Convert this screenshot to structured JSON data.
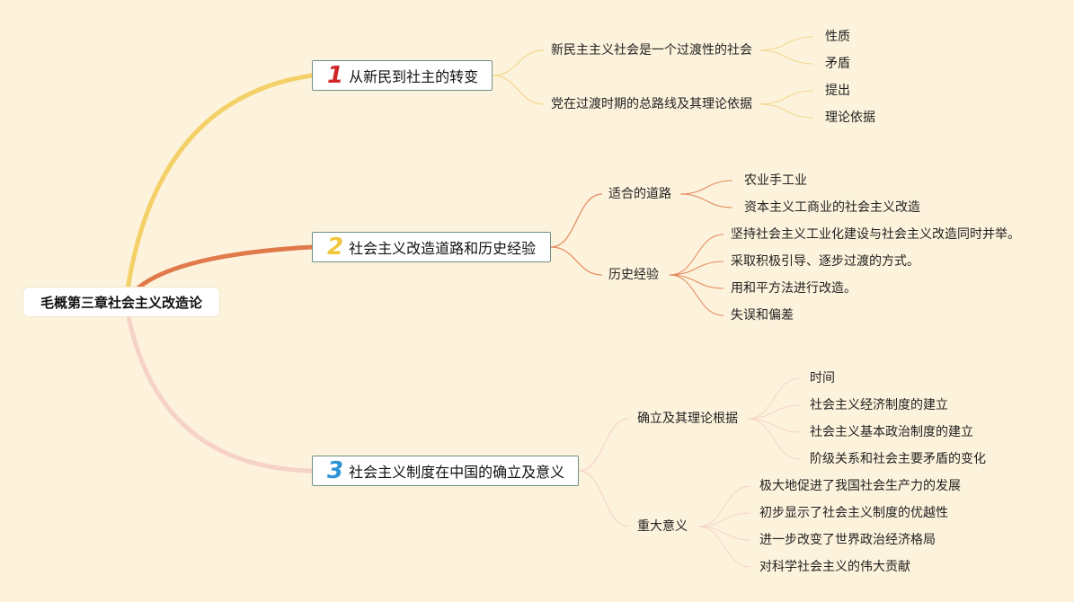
{
  "root": {
    "label": "毛概第三章社会主义改造论"
  },
  "branches": [
    {
      "number": "1",
      "number_color": "#d0262a",
      "line_color": "#f4d068",
      "label": "从新民到社主的转变",
      "children": [
        {
          "label": "新民主主义社会是一个过渡性的社会",
          "children": [
            "性质",
            "矛盾"
          ]
        },
        {
          "label": "党在过渡时期的总路线及其理论依据",
          "children": [
            "提出",
            "理论依据"
          ]
        }
      ]
    },
    {
      "number": "2",
      "number_color": "#f0c63a",
      "line_color": "#e07a4a",
      "label": "社会主义改造道路和历史经验",
      "children": [
        {
          "label": "适合的道路",
          "children": [
            "农业手工业",
            "资本主义工商业的社会主义改造"
          ]
        },
        {
          "label": "历史经验",
          "children": [
            "坚持社会主义工业化建设与社会主义改造同时并举。",
            "采取积极引导、逐步过渡的方式。",
            "用和平方法进行改造。",
            "失误和偏差"
          ]
        }
      ]
    },
    {
      "number": "3",
      "number_color": "#2f93d6",
      "line_color": "#f6d2c8",
      "label": "社会主义制度在中国的确立及意义",
      "children": [
        {
          "label": "确立及其理论根据",
          "children": [
            "时间",
            "社会主义经济制度的建立",
            "社会主义基本政治制度的建立",
            "阶级关系和社会主要矛盾的变化"
          ]
        },
        {
          "label": "重大意义",
          "children": [
            "极大地促进了我国社会生产力的发展",
            "初步显示了社会主义制度的优越性",
            "进一步改变了世界政治经济格局",
            "对科学社会主义的伟大贡献"
          ]
        }
      ]
    }
  ]
}
